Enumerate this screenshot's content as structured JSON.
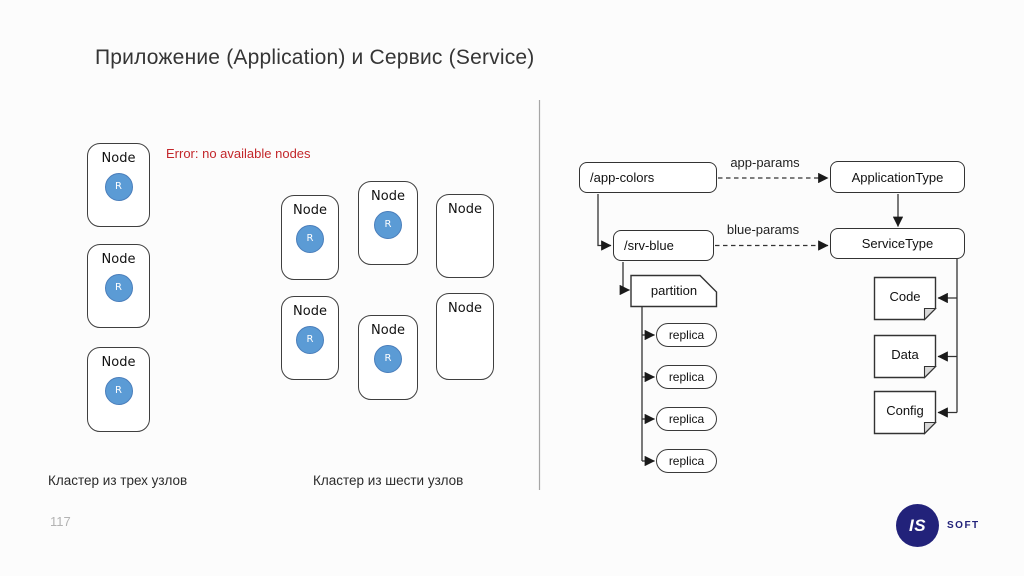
{
  "slide": {
    "title": "Приложение (Application) и Сервис (Service)",
    "page_number": "117"
  },
  "left_section": {
    "error_text": "Error: no available nodes",
    "cluster3": {
      "caption": "Кластер из трех узлов",
      "nodes": [
        {
          "label": "Node",
          "replica": "R"
        },
        {
          "label": "Node",
          "replica": "R"
        },
        {
          "label": "Node",
          "replica": "R"
        }
      ]
    },
    "cluster6": {
      "caption": "Кластер из шести узлов",
      "nodes": [
        {
          "label": "Node",
          "replica": "R"
        },
        {
          "label": "Node",
          "replica": "R"
        },
        {
          "label": "Node",
          "replica": "R"
        },
        {
          "label": "Node",
          "replica": "R"
        },
        {
          "label": "Node"
        },
        {
          "label": "Node"
        }
      ]
    }
  },
  "right_section": {
    "app_node": "/app-colors",
    "app_type": "ApplicationType",
    "app_edge_label": "app-params",
    "srv_node": "/srv-blue",
    "srv_type": "ServiceType",
    "srv_edge_label": "blue-params",
    "partition": "partition",
    "replicas": [
      "replica",
      "replica",
      "replica",
      "replica"
    ],
    "docs": [
      "Code",
      "Data",
      "Config"
    ]
  },
  "logo": {
    "badge": "IS",
    "text": "SOFT"
  },
  "colors": {
    "replica_blue": "#5b9bd5",
    "error_red": "#c3272b",
    "logo_navy": "#22227a",
    "line_gray": "#a6a6a6"
  }
}
